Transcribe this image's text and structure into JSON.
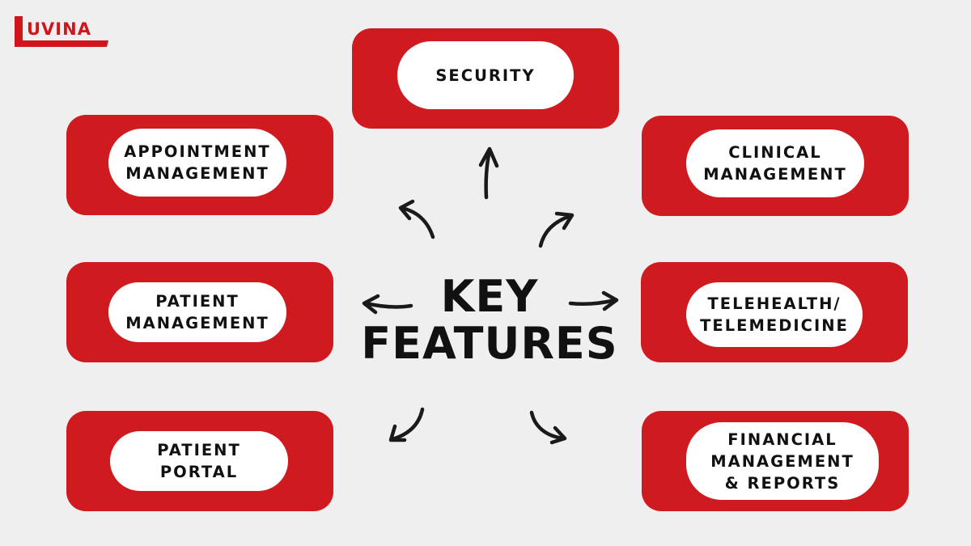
{
  "brand": {
    "logo_text": "UVINA",
    "color": "#d0151c"
  },
  "title": {
    "line1": "KEY",
    "line2": "FEATURES"
  },
  "colors": {
    "card": "#cf1a20",
    "pill": "#ffffff",
    "background": "#efefef",
    "text": "#111111"
  },
  "features": {
    "security": "SECURITY",
    "appointment": "APPOINTMENT\nMANAGEMENT",
    "clinical": "CLINICAL\nMANAGEMENT",
    "patient_management": "PATIENT\nMANAGEMENT",
    "telehealth": "TELEHEALTH/\nTELEMEDICINE",
    "patient_portal": "PATIENT\nPORTAL",
    "financial": "FINANCIAL\nMANAGEMENT\n& REPORTS"
  }
}
